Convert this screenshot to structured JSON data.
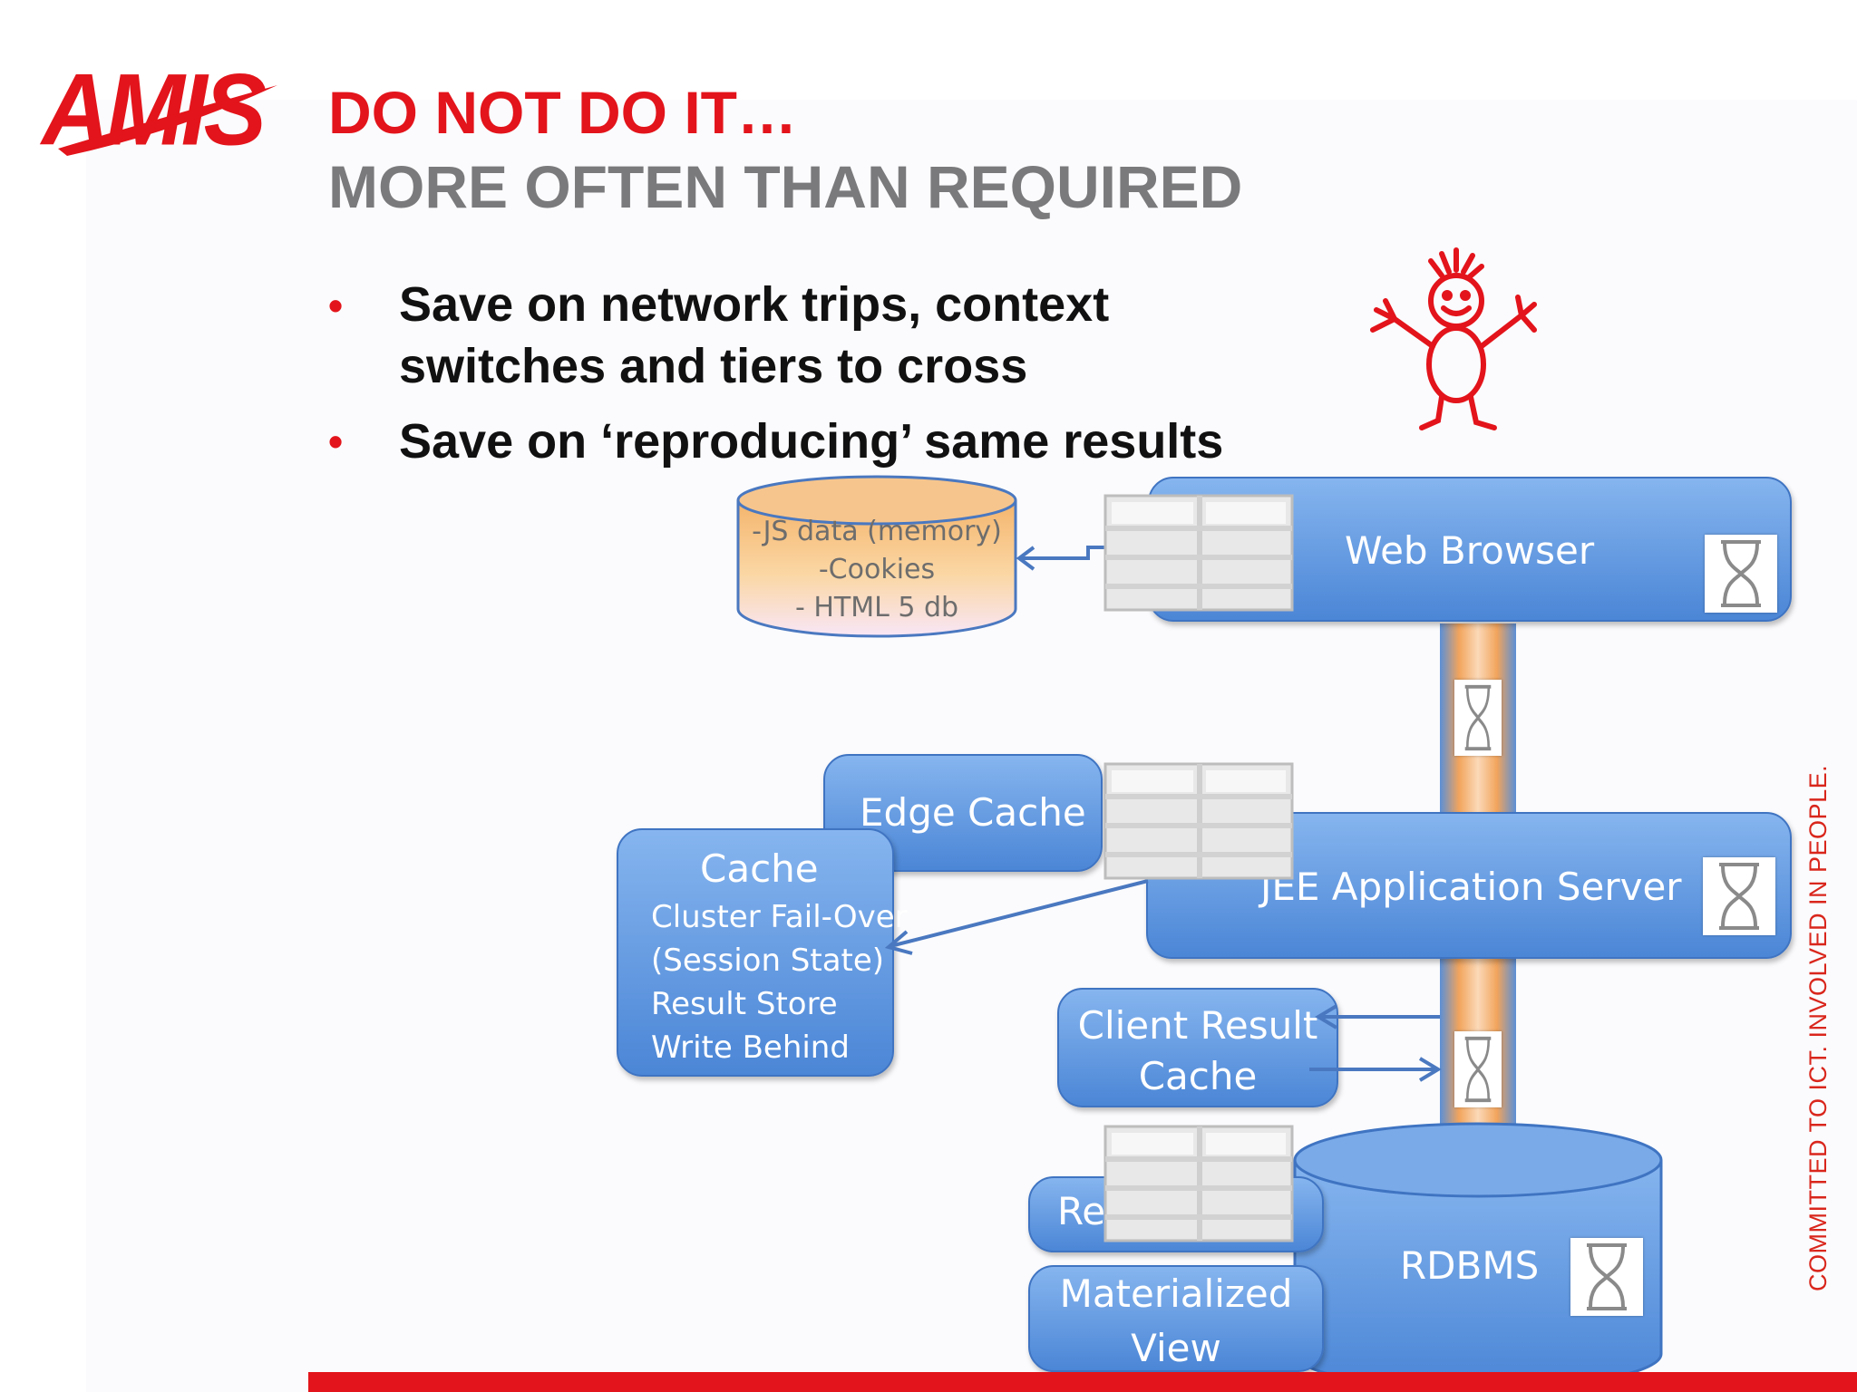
{
  "brand": {
    "logo_text": "AMIS",
    "tagline": "COMMITTED TO ICT. INVOLVED IN PEOPLE.",
    "accent": "#e3141b",
    "title_gray": "#7a7a7c",
    "box_blue": "#5b8fd6"
  },
  "title": {
    "line1": "DO NOT DO IT…",
    "line2": "MORE OFTEN THAN REQUIRED"
  },
  "bullets": [
    {
      "line1": "Save on network trips, context",
      "line2": "switches and tiers to cross"
    },
    {
      "line1": "Save on ‘reproducing’ same results"
    }
  ],
  "diagram": {
    "browser_store": {
      "lines": [
        "-JS data (memory)",
        "-Cookies",
        "- HTML 5 db"
      ]
    },
    "web_browser": "Web Browser",
    "edge_cache": "Edge Cache",
    "cache": {
      "title": "Cache",
      "lines": [
        "Cluster Fail-Over",
        "(Session State)",
        "Result Store",
        "Write Behind"
      ]
    },
    "app_server": "JEE Application Server",
    "client_result_cache": {
      "line1": "Client Result",
      "line2": "Cache"
    },
    "result_cache_partial": "Re",
    "materialized_view": {
      "line1": "Materialized",
      "line2": "View"
    },
    "rdbms": "RDBMS",
    "icons": [
      "hourglass-icon",
      "shelf-icon",
      "stick-figure-icon"
    ]
  }
}
